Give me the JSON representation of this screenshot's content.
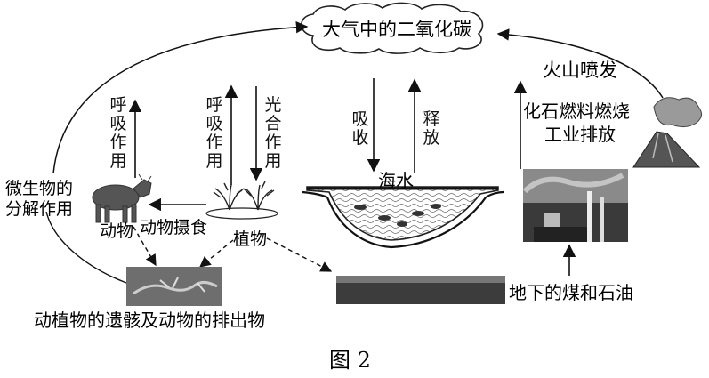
{
  "atmosphere": "大气中的二氧化碳",
  "volcano": "火山喷发",
  "fossil_fuel": "化石燃料燃烧",
  "industry": "工业排放",
  "absorb": "吸收",
  "release": "释放",
  "seawater": "海水",
  "animal_respiration": "呼吸作用",
  "plant_respiration": "呼吸作用",
  "photosynthesis": "光合作用",
  "microbe_line1": "微生物的",
  "microbe_line2": "分解作用",
  "animal": "动物",
  "animal_feeding": "动物摄食",
  "plant": "植物",
  "remains": "动植物的遗骸及动物的排出物",
  "coal_oil": "地下的煤和石油",
  "caption": "图 2"
}
